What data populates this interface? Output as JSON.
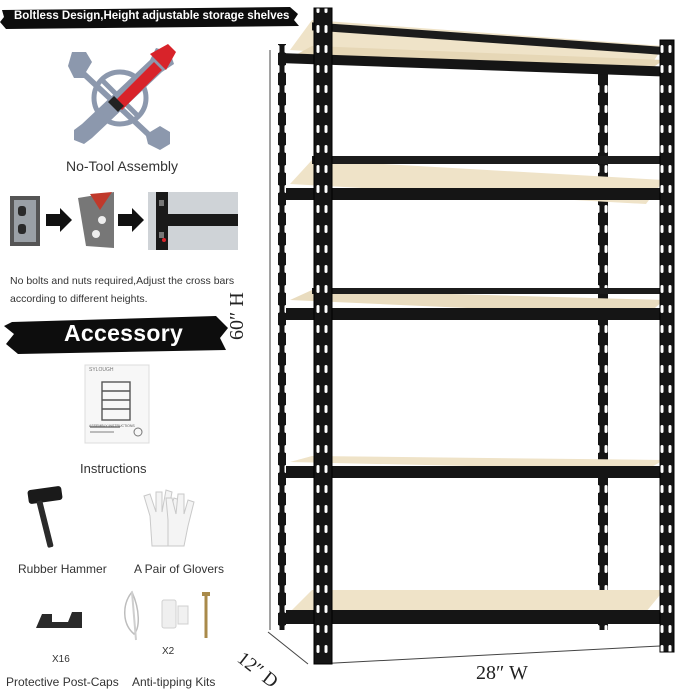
{
  "banner": {
    "text": "Boltless Design,Height adjustable storage shelves"
  },
  "features": {
    "no_tool": "No-Tool Assembly",
    "note_line1": "No bolts and nuts required,Adjust the cross bars",
    "note_line2": "according to different heights."
  },
  "accessory": {
    "heading": "Accessory",
    "instructions": "Instructions",
    "manual_brand": "SYLOUGH",
    "manual_title": "ASSEMBLY INSTRUCTIONS",
    "hammer": "Rubber Hammer",
    "gloves": "A Pair of Glovers",
    "caps_qty": "X16",
    "caps": "Protective Post-Caps",
    "kit_qty": "X2",
    "kit": "Anti-tipping Kits"
  },
  "dimensions": {
    "height": "60″ H",
    "width": "28″ W",
    "depth": "12″ D"
  },
  "colors": {
    "frame": "#151515",
    "board": "#efe3c8",
    "banner": "#0d0d0d",
    "tool_red": "#d8232a",
    "tool_gray": "#8c98ad"
  }
}
